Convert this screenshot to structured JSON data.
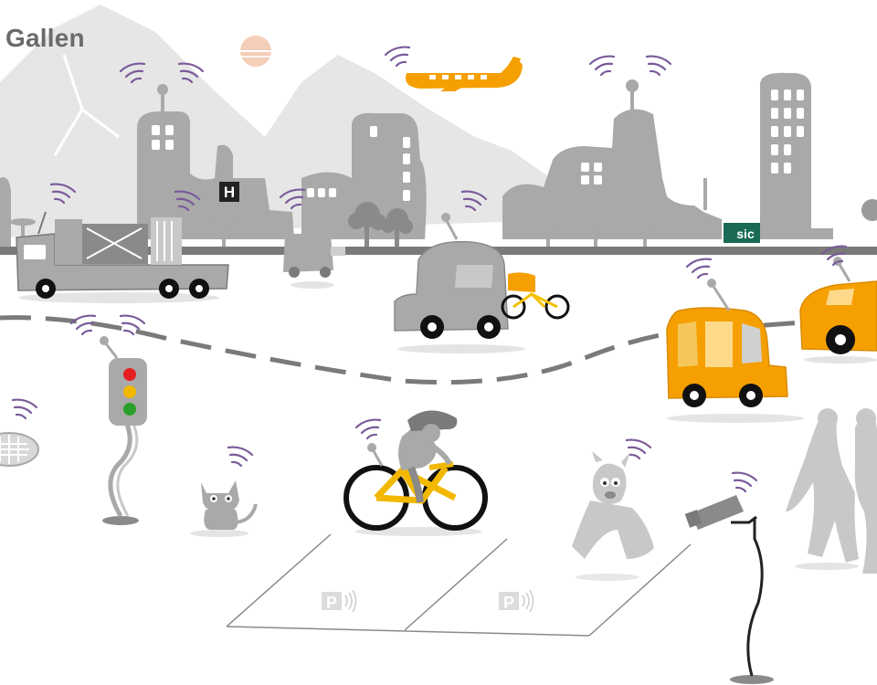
{
  "scene": {
    "city_label": "Gallen",
    "hospital_letter": "H",
    "sign_text": "sic",
    "parking_letter": "P",
    "colors": {
      "building": "#a9a9a9",
      "mountain": "#e6e6e6",
      "road": "#7a7a7a",
      "accent_orange": "#f5a000",
      "signal_wave": "#7a5a9a",
      "traffic_red": "#e52020",
      "traffic_yellow": "#f2b800",
      "traffic_green": "#2aa02a"
    },
    "icons": {
      "wireless_signal": "wireless-signal-icon",
      "parking_sensor": "parking-sensor-icon",
      "hospital": "hospital-icon"
    }
  }
}
